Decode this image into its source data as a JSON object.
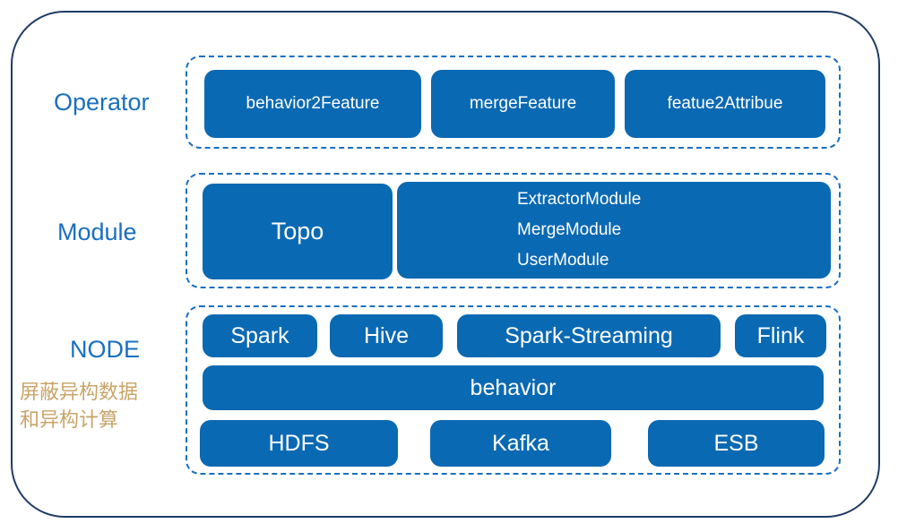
{
  "layers": {
    "operator": "Operator",
    "module": "Module",
    "node": "NODE"
  },
  "note": {
    "line1": "屏蔽异构数据",
    "line2": "和异构计算"
  },
  "operator": {
    "items": [
      "behavior2Feature",
      "mergeFeature",
      "featue2Attribue"
    ]
  },
  "module": {
    "topo": "Topo",
    "modules": [
      "ExtractorModule",
      "MergeModule",
      "UserModule"
    ]
  },
  "node": {
    "engines": [
      "Spark",
      "Hive",
      "Spark-Streaming",
      "Flink"
    ],
    "middle": "behavior",
    "sources": [
      "HDFS",
      "Kafka",
      "ESB"
    ]
  },
  "colors": {
    "box_fill": "#0a69b3",
    "label_text": "#1a6fbf",
    "note_text": "#c8a468",
    "outer_border": "#1f3d66"
  }
}
